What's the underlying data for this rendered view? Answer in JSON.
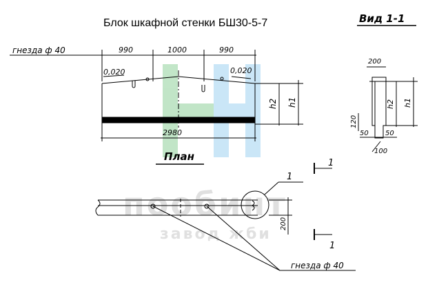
{
  "title": "Блок шкафной стенки БШ30-5-7",
  "view_label": "Вид 1-1",
  "front_view": {
    "socket_label_top": "гнезда ф 40",
    "dim_left": "990",
    "dim_mid": "1000",
    "dim_right": "990",
    "slope_left": "0,020",
    "slope_right": "0,020",
    "total_length": "2980",
    "h2": "h2",
    "h1": "h1"
  },
  "section_view": {
    "width_top": "200",
    "h2": "h2",
    "h1": "h1",
    "dim_120": "120",
    "dim_50_left": "50",
    "dim_50_right": "50",
    "dim_100": "100"
  },
  "plan": {
    "label": "План",
    "callout_number": "1",
    "width_dim": "200",
    "socket_label_bottom": "гнезда ф 40",
    "section_mark_top": "1",
    "section_mark_bottom": "1"
  },
  "watermark": {
    "brand": "пообинт",
    "subtitle": "завод жби",
    "colors": {
      "green": "#8fd19a",
      "blue": "#9fd3f2",
      "gray": "#c8c8c8"
    }
  },
  "colors": {
    "ink": "#000000",
    "background": "#ffffff"
  }
}
